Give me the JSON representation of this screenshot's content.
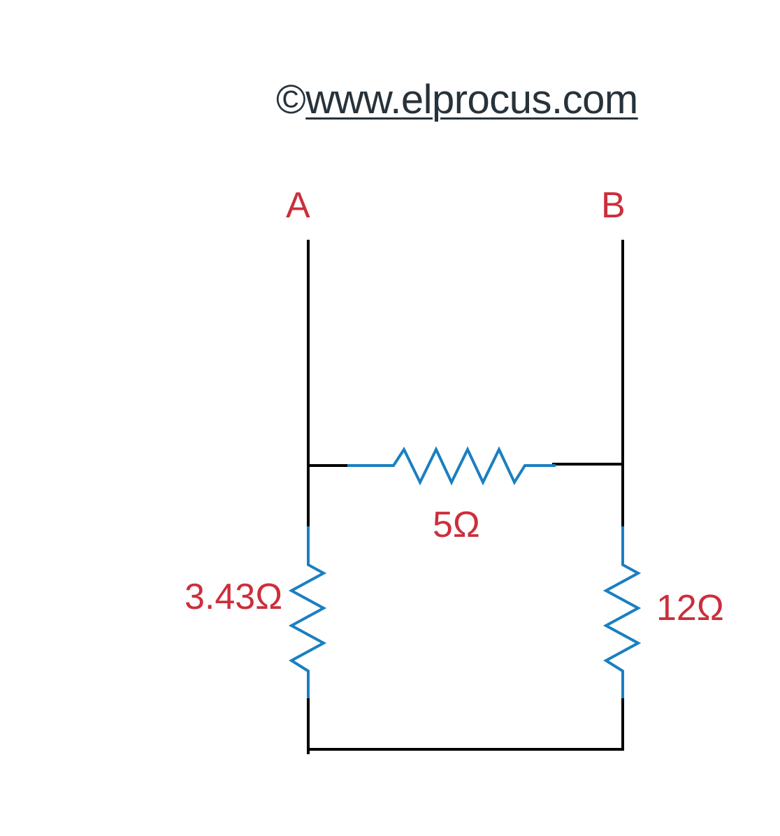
{
  "watermark": {
    "copyright_symbol": "©",
    "url_text": "www.elprocus.com"
  },
  "terminals": {
    "a": {
      "label": "A"
    },
    "b": {
      "label": "B"
    }
  },
  "resistors": [
    {
      "id": "r-top",
      "value": "5Ω",
      "position": "horizontal between A and B"
    },
    {
      "id": "r-left",
      "value": "3.43Ω",
      "position": "vertical left branch"
    },
    {
      "id": "r-right",
      "value": "12Ω",
      "position": "vertical right branch"
    }
  ],
  "colors": {
    "wire": "#000000",
    "resistor": "#1a7fc1",
    "label": "#cc2e3b",
    "watermark": "#27323a"
  }
}
